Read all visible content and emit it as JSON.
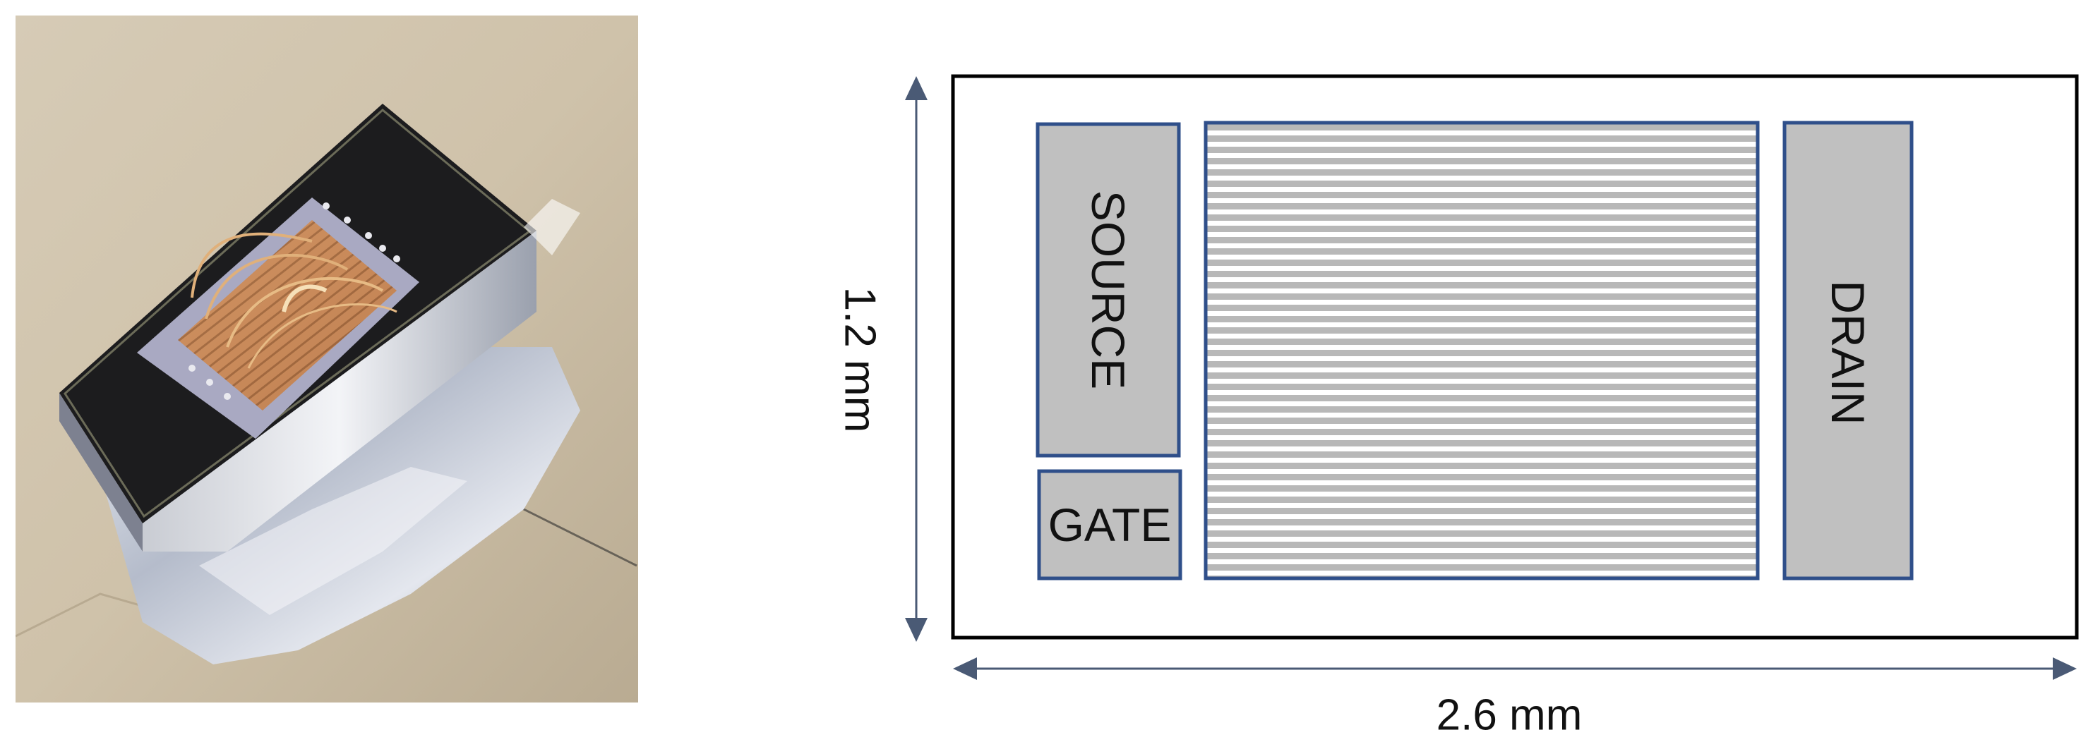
{
  "photo": {
    "subject": "photo-of-packaged-chip"
  },
  "diagram": {
    "pads": {
      "source": "SOURCE",
      "gate": "GATE",
      "drain": "DRAIN"
    },
    "dimensions": {
      "height": "1.2 mm",
      "width": "2.6 mm"
    },
    "colors": {
      "outline": "#000000",
      "pad_fill": "#c0c0c0",
      "pad_border": "#2f4f8a",
      "channel_stripe": "#b8b8b8",
      "arrow": "#4a5a75"
    }
  }
}
